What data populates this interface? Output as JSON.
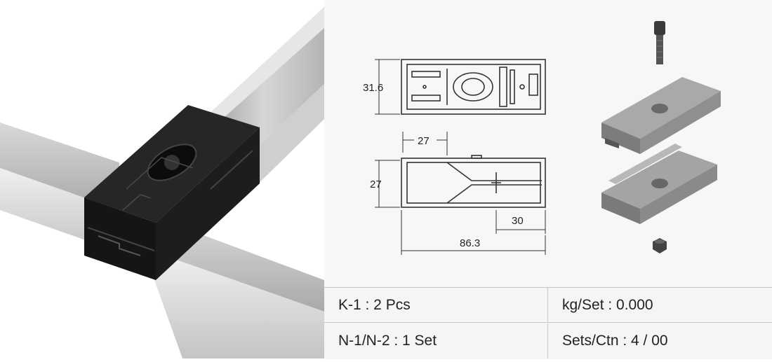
{
  "drawing": {
    "dim_height_top": "31.6",
    "dim_width_small": "27",
    "dim_height_side": "27",
    "dim_offset": "30",
    "dim_total_length": "86.3"
  },
  "specs": {
    "k1": "K-1 : 2 Pcs",
    "weight": "kg/Set : 0.000",
    "n1n2": "N-1/N-2 : 1 Set",
    "sets_per_carton": "Sets/Ctn : 4 / 00"
  },
  "colors": {
    "connector": "#1a1a1a",
    "tube": "#b9b9b9",
    "part": "#8c8c8c"
  }
}
